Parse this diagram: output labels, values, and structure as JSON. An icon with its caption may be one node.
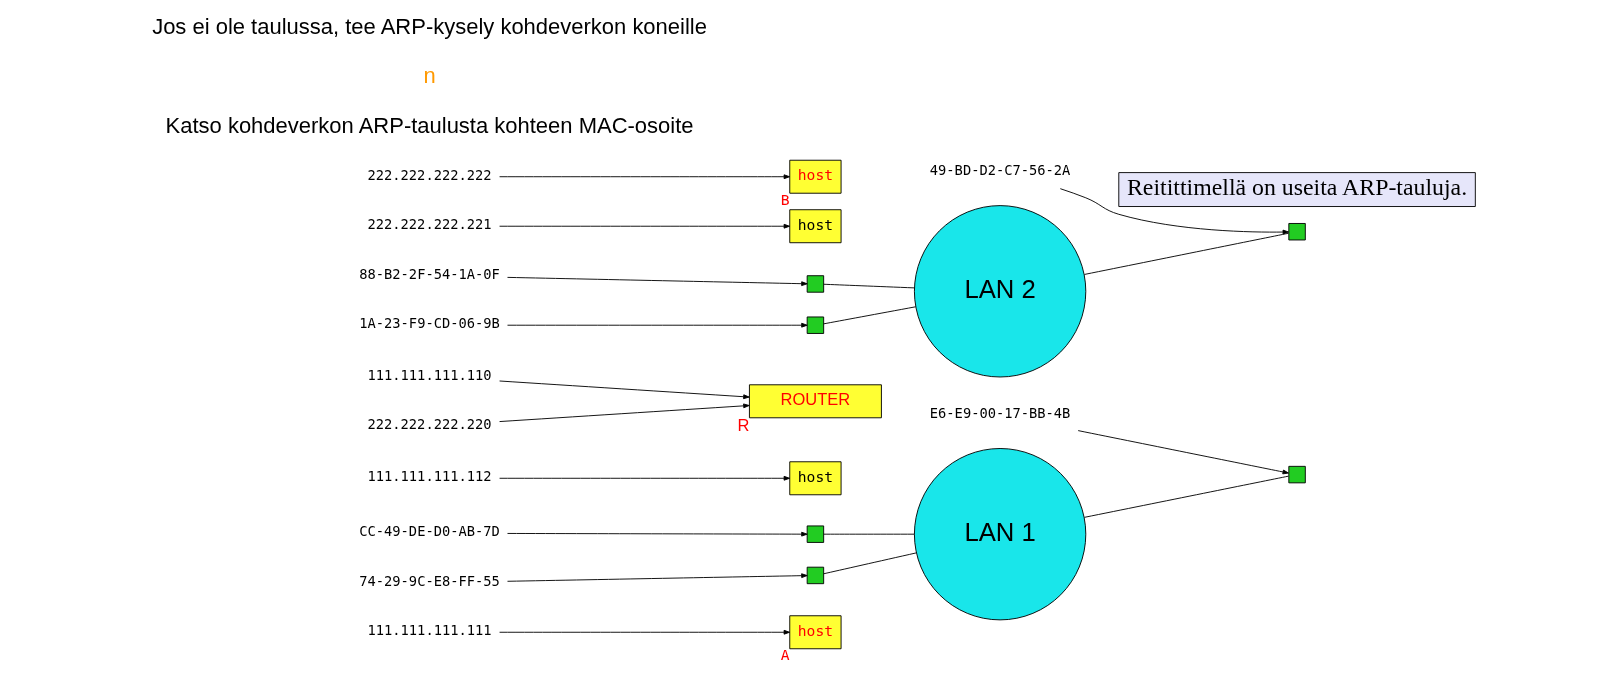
{
  "diagram": {
    "nodes": [
      {
        "text": [
          "host"
        ],
        "beside": [
          "A"
        ]
      },
      {
        "text": [],
        "shape": "box"
      },
      {
        "text": [
          "74-29-9C-E8-FF-55"
        ]
      },
      {
        "text": [
          "111.111.111.111"
        ]
      },
      {
        "text": [
          "LAN 1"
        ]
      },
      {
        "text": [
          "111.111.111.112"
        ]
      },
      {
        "text": [
          "host"
        ]
      },
      {
        "text": [],
        "shape": "box"
      },
      {
        "text": [
          "CC-49-DE-D0-AB-7D"
        ]
      },
      {
        "text": [
          "E6-E9-00-17-BB-4B"
        ]
      },
      {
        "text": [],
        "shape": "box"
      },
      {
        "text": [
          "ROUTER"
        ],
        "beside": [
          "R"
        ]
      },
      {
        "text": [],
        "shape": "box"
      },
      {
        "text": [
          "1A-23-F9-CD-06-9B"
        ]
      },
      {
        "text": [
          "111.111.111.110"
        ]
      },
      {
        "text": [
          "222.222.222.220"
        ]
      },
      {
        "text": [
          "LAN 2"
        ]
      },
      {
        "text": [
          "88-B2-2F-54-1A-0F"
        ]
      },
      {
        "text": [],
        "shape": "box"
      },
      {
        "text": [
          "host"
        ]
      },
      {
        "text": [
          "222.222.222.221"
        ]
      },
      {
        "text": [
          "222.222.222.222"
        ]
      },
      {
        "text": [
          "host"
        ],
        "beside": [
          "B"
        ]
      },
      {
        "text": [],
        "shape": "box"
      },
      {
        "text": [
          "49-BD-D2-C7-56-2A"
        ]
      },
      {
        "text": [
          "Reitittimellä on useita ARP-tauluja."
        ]
      }
    ],
    "edges": [
      {
        "from": 2,
        "to": 1,
        "arrow": "to"
      },
      {
        "from": 3,
        "to": 0,
        "arrow": "to"
      },
      {
        "from": 1,
        "to": 4,
        "arrow": "none"
      },
      {
        "from": 7,
        "to": 4,
        "arrow": "none"
      },
      {
        "from": 5,
        "to": 6,
        "arrow": "to"
      },
      {
        "from": 8,
        "to": 7,
        "arrow": "to"
      },
      {
        "from": 4,
        "to": 10,
        "arrow": "none"
      },
      {
        "from": 9,
        "to": 10,
        "arrow": "to"
      },
      {
        "from": 14,
        "to": 11,
        "arrow": "to"
      },
      {
        "from": 15,
        "to": 11,
        "arrow": "to"
      },
      {
        "from": 13,
        "to": 12,
        "arrow": "to"
      },
      {
        "from": 12,
        "to": 16,
        "arrow": "none"
      },
      {
        "from": 17,
        "to": 18,
        "arrow": "to"
      },
      {
        "from": 18,
        "to": 16,
        "arrow": "none"
      },
      {
        "from": 20,
        "to": 19,
        "arrow": "to"
      },
      {
        "from": 21,
        "to": 22,
        "arrow": "to"
      },
      {
        "from": 16,
        "to": 23,
        "arrow": "none"
      },
      {
        "from": 24,
        "to": 23,
        "arrow": "to"
      }
    ],
    "labels": [
      "Katso kohdeverkon ARP-taulusta kohteen MAC-osoite",
      "n",
      "Jos ei ole taulussa, tee ARP-kysely kohdeverkon koneille"
    ]
  }
}
